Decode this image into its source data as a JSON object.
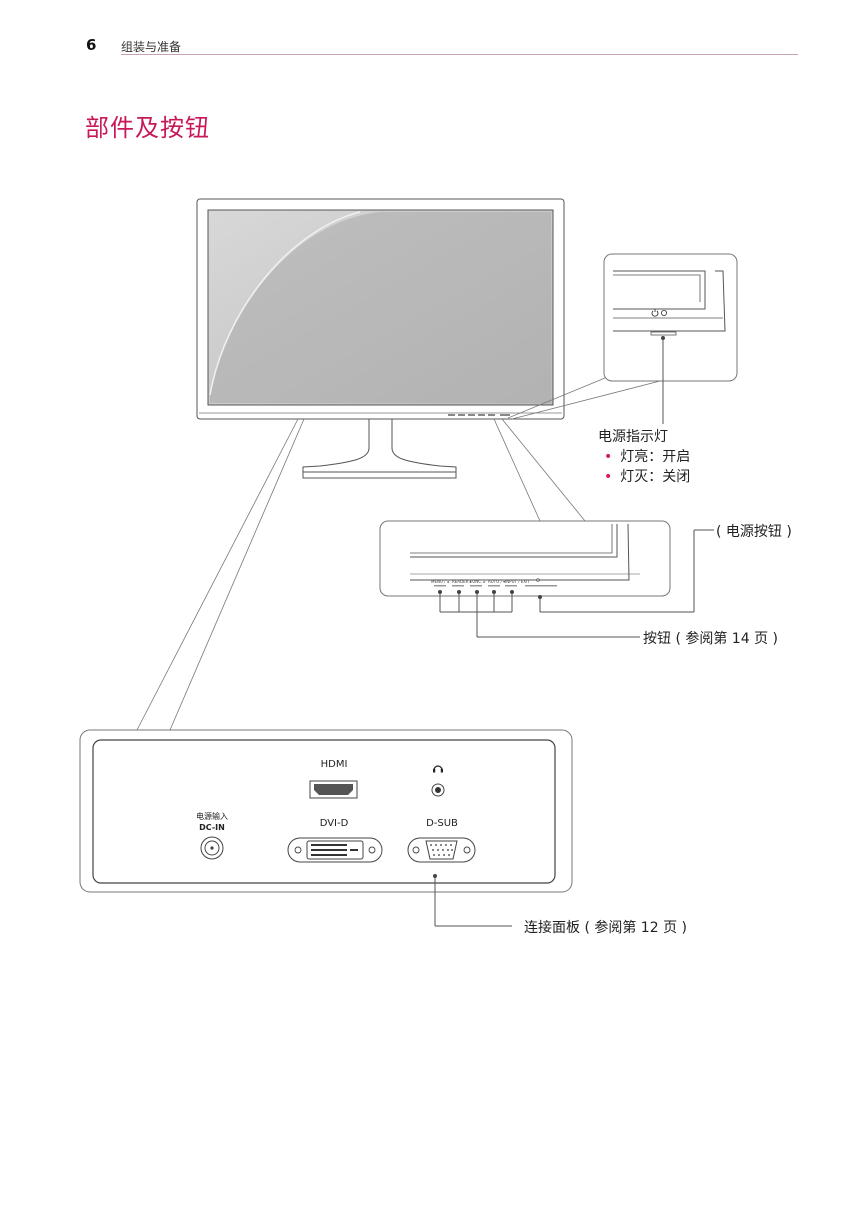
{
  "header": {
    "page_number": "6",
    "section": "组装与准备"
  },
  "title": "部件及按钮",
  "power_indicator": {
    "title": "电源指示灯",
    "items": [
      "灯亮：开启",
      "灯灭：关闭"
    ]
  },
  "power_button_label": "( 电源按钮 )",
  "buttons_label": "按钮 ( 参阅第 14 页 )",
  "connection_panel_label": "连接面板 ( 参阅第 12 页 )",
  "ports": {
    "hdmi": "HDMI",
    "dvi": "DVI-D",
    "dsub": "D-SUB",
    "power_input_cn": "电源输入",
    "power_input_en": "DC-IN"
  },
  "icons": {
    "headphone": "headphone-icon",
    "power": "power-icon"
  },
  "colors": {
    "accent": "#c8185a",
    "bullet": "#d51a5e"
  }
}
